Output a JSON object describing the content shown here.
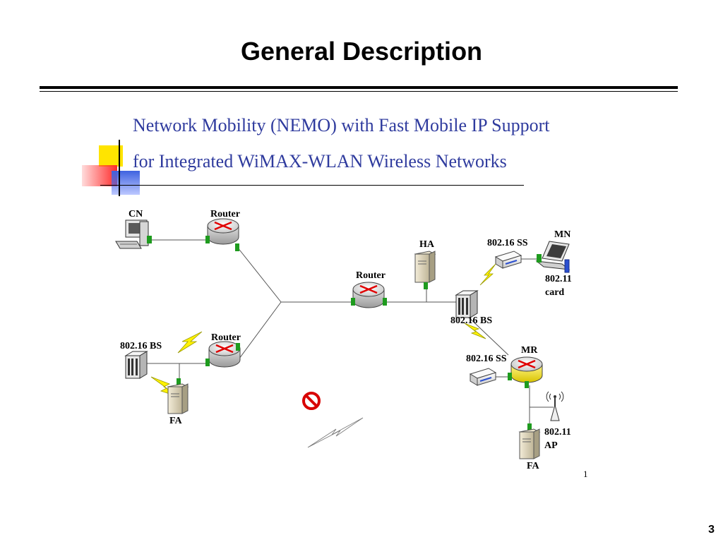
{
  "slide": {
    "title": "General Description",
    "subtitle_line1": "Network Mobility (NEMO) with Fast Mobile IP Support",
    "subtitle_line2": "for Integrated WiMAX-WLAN Wireless Networks",
    "page_number": "3"
  },
  "diagram": {
    "labels": {
      "cn": "CN",
      "router_top": "Router",
      "router_center": "Router",
      "router_left": "Router",
      "ha": "HA",
      "ss_top": "802.16 SS",
      "mn": "MN",
      "card_1": "802.11",
      "card_2": "card",
      "bs_center": "802.16 BS",
      "bs_left": "802.16 BS",
      "fa_left": "FA",
      "mr": "MR",
      "ss_mr": "802.16 SS",
      "ap_1": "802.11",
      "ap_2": "AP",
      "fa_right": "FA",
      "footnote": "1"
    }
  }
}
